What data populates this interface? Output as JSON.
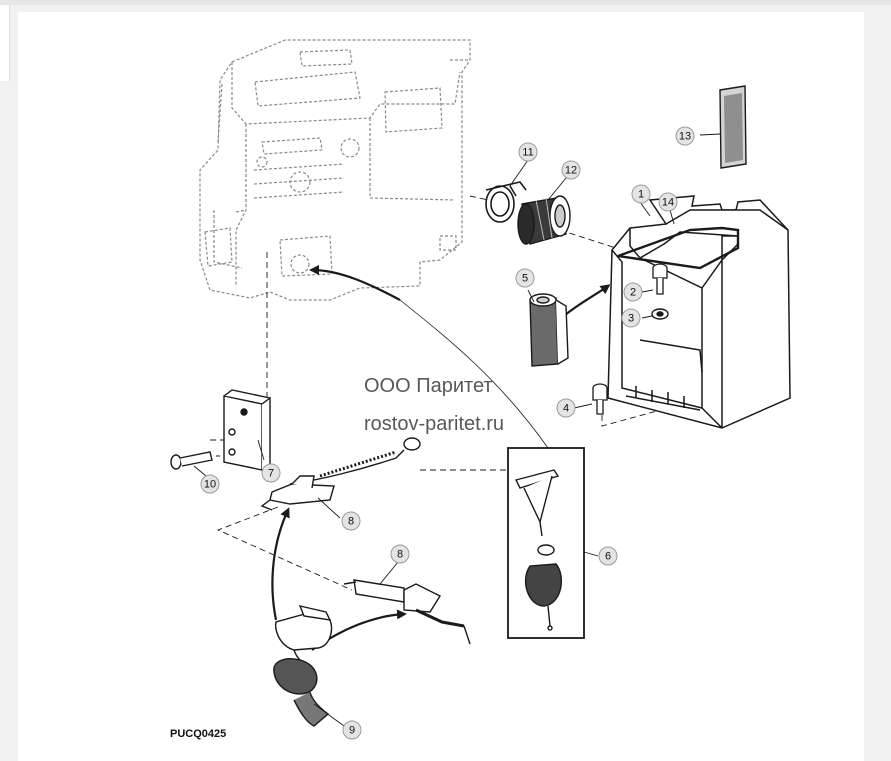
{
  "drawing_code": "PUCQ0425",
  "watermark": {
    "line1": "ООО Паритет",
    "line2": "rostov-paritet.ru"
  },
  "callouts": [
    "1",
    "2",
    "3",
    "4",
    "5",
    "6",
    "7",
    "8",
    "8",
    "9",
    "10",
    "11",
    "12",
    "13",
    "14"
  ],
  "colors": {
    "line": "#1a1a1a",
    "ghost": "#8a8a8a",
    "callout_fill": "#e4e4e4",
    "background": "#ffffff"
  }
}
